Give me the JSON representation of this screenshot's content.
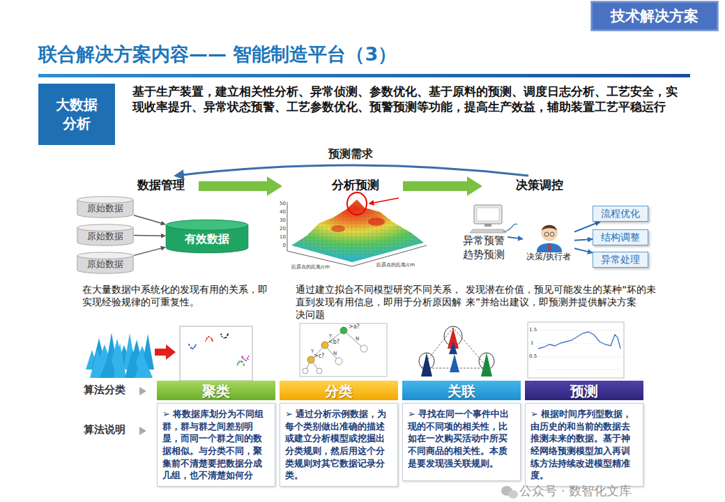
{
  "diagram": {
    "title": "联合解决方案内容—— 智能制造平台（3）",
    "nodes": [
      {
        "text": [
          "技术解决方案"
        ]
      },
      {
        "text": [
          "大数据分析"
        ]
      },
      {
        "text": [
          "原始数据"
        ]
      },
      {
        "text": [
          "原始数据"
        ]
      },
      {
        "text": [
          "原始数据"
        ]
      },
      {
        "text": [
          "有效数据"
        ]
      },
      {
        "text": [
          "异常预警 趋势预测"
        ]
      },
      {
        "text": [
          "决策/执行者"
        ]
      },
      {
        "text": [
          "流程优化"
        ]
      },
      {
        "text": [
          "结构调整"
        ]
      },
      {
        "text": [
          "异常处理"
        ]
      },
      {
        "text": [
          "聚类"
        ]
      },
      {
        "text": [
          "➢ 将数据库划分为不同组群，群与群之间差别明显，而同一个群之间的数据相似。与分类不同，聚集前不清楚要把数据分成几组，也不清楚如何分"
        ]
      },
      {
        "text": [
          "分类"
        ]
      },
      {
        "text": [
          "➢ 通过分析示例数据，为每个类别做出准确的描述或建立分析模型或挖掘出分类规则，然后用这个分类规则对其它数据记录分类。"
        ]
      },
      {
        "text": [
          "关联"
        ]
      },
      {
        "text": [
          "➢ 寻找在同一个事件中出现的不同项的相关性，比如在一次购买活动中所买不同商品的相关性。本质是要发现强关联规则。"
        ]
      },
      {
        "text": [
          "预测"
        ]
      },
      {
        "text": [
          "➢ 根据时间序列型数据，由历史的和当前的数据去推测未来的数据。基于神经网络预测模型加入再训练方法持续改进模型精准度。"
        ]
      }
    ],
    "edges": [
      {
        "from": 2,
        "to": 5,
        "arrow": "to"
      },
      {
        "from": 3,
        "to": 5,
        "arrow": "to"
      },
      {
        "from": 4,
        "to": 5,
        "arrow": "to"
      },
      {
        "from": 6,
        "to": 7,
        "arrow": "to"
      },
      {
        "from": 7,
        "to": 8,
        "arrow": "to"
      },
      {
        "from": 7,
        "to": 9,
        "arrow": "to"
      },
      {
        "from": 7,
        "to": 10,
        "arrow": "to"
      }
    ],
    "labels": [
      "基于生产装置，建立相关性分析、异常侦测、参数优化、基于原料的预测、调度日志分析、工艺安全，实现收率提升、异常状态预警、工艺参数优化、预警预测等功能，提高生产效益，辅助装置工艺平稳运行",
      "预测需求",
      "数据管理",
      "分析预测",
      "决策调控",
      "在大量数据中系统化的发现有用的关系，即实现经验规律的可重复性。",
      "通过建立拟合不同模型研究不同关系，直到发现有用信息，即用于分析原因解决问题",
      "发现潜在价值，预见可能发生的某种“坏的未来”并给出建议，即预测并提供解决方案",
      "算法分类",
      "算法说明",
      "公众号 · 数智化文库",
      "50",
      "40",
      "30",
      "20",
      "10",
      "0",
      "距原点的距离/cm",
      "距原点的距离/cm",
      ">a?",
      "<b?",
      ">c?",
      "Y",
      "N",
      "Y",
      "N",
      "1.5",
      "1",
      "0.5"
    ]
  }
}
